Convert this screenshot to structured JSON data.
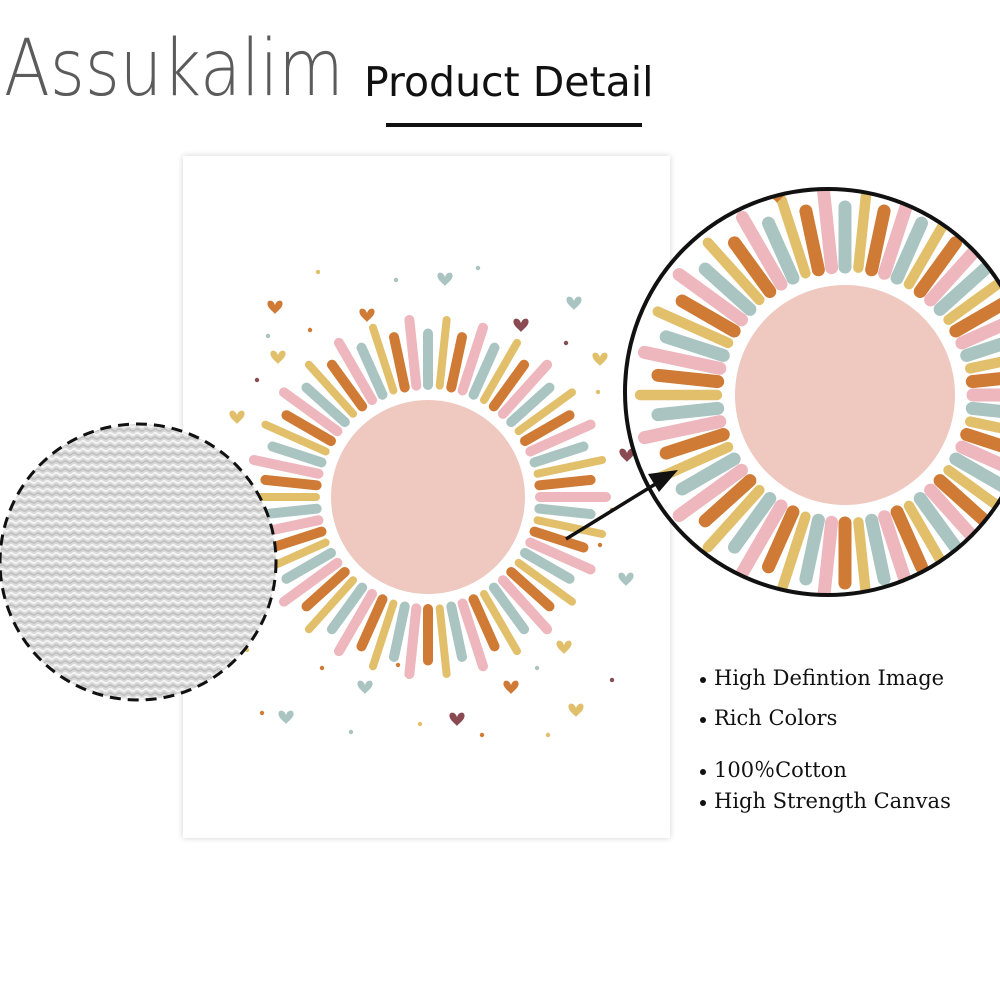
{
  "brand": "Assukalim",
  "heading": "Product Detail",
  "features": [
    "High Defintion Image",
    "Rich Colors",
    "100％Cotton",
    "High Strength Canvas"
  ],
  "palette": {
    "pink": "#eeb6bd",
    "sage": "#a9c4c1",
    "mustard": "#e2c06b",
    "rust": "#cf7a35",
    "plum": "#8a4a52",
    "sun_center": "#efc8c0"
  },
  "icons": [
    "heart-icon",
    "canvas-texture",
    "zoom-arrow"
  ]
}
